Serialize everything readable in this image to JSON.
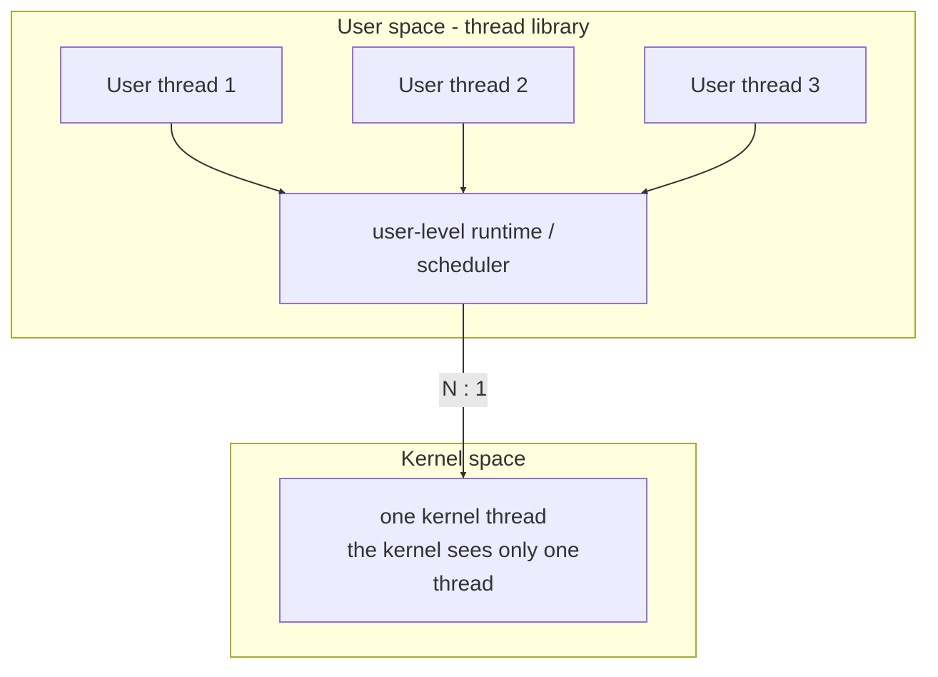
{
  "clusters": {
    "user_space": {
      "title": "User space - thread library"
    },
    "kernel_space": {
      "title": "Kernel space"
    }
  },
  "nodes": {
    "user_thread_1": {
      "label": "User thread 1"
    },
    "user_thread_2": {
      "label": "User thread 2"
    },
    "user_thread_3": {
      "label": "User thread 3"
    },
    "runtime": {
      "line1": "user-level runtime /",
      "line2": "scheduler"
    },
    "kernel_thread": {
      "line1": "one kernel thread",
      "line2": "the kernel sees only one",
      "line3": "thread"
    }
  },
  "edges": {
    "runtime_to_kernel": {
      "label": "N : 1"
    }
  },
  "colors": {
    "cluster_fill": "#ffffde",
    "cluster_border": "#aaaa33",
    "node_fill": "#ececff",
    "node_border": "#9370db",
    "edge": "#333333",
    "edge_label_bg": "#e8e8e8"
  }
}
